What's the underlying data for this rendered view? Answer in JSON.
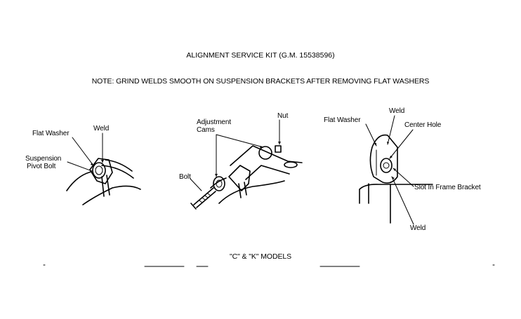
{
  "title": "ALIGNMENT SERVICE KIT (G.M. 15538596)",
  "note": "NOTE:  GRIND WELDS SMOOTH ON SUSPENSION BRACKETS AFTER REMOVING FLAT WASHERS",
  "caption": "\"C\" & \"K\" MODELS",
  "left_view": {
    "flat_washer": "Flat Washer",
    "weld": "Weld",
    "suspension": "Suspension",
    "pivot_bolt": "Pivot Bolt"
  },
  "middle_view": {
    "adjustment": "Adjustment",
    "cams": "Cams",
    "nut": "Nut",
    "bolt": "Bolt"
  },
  "right_view": {
    "flat_washer": "Flat Washer",
    "weld_top": "Weld",
    "center_hole": "Center Hole",
    "slot": "Slot In Frame Bracket",
    "weld_bottom": "Weld"
  }
}
